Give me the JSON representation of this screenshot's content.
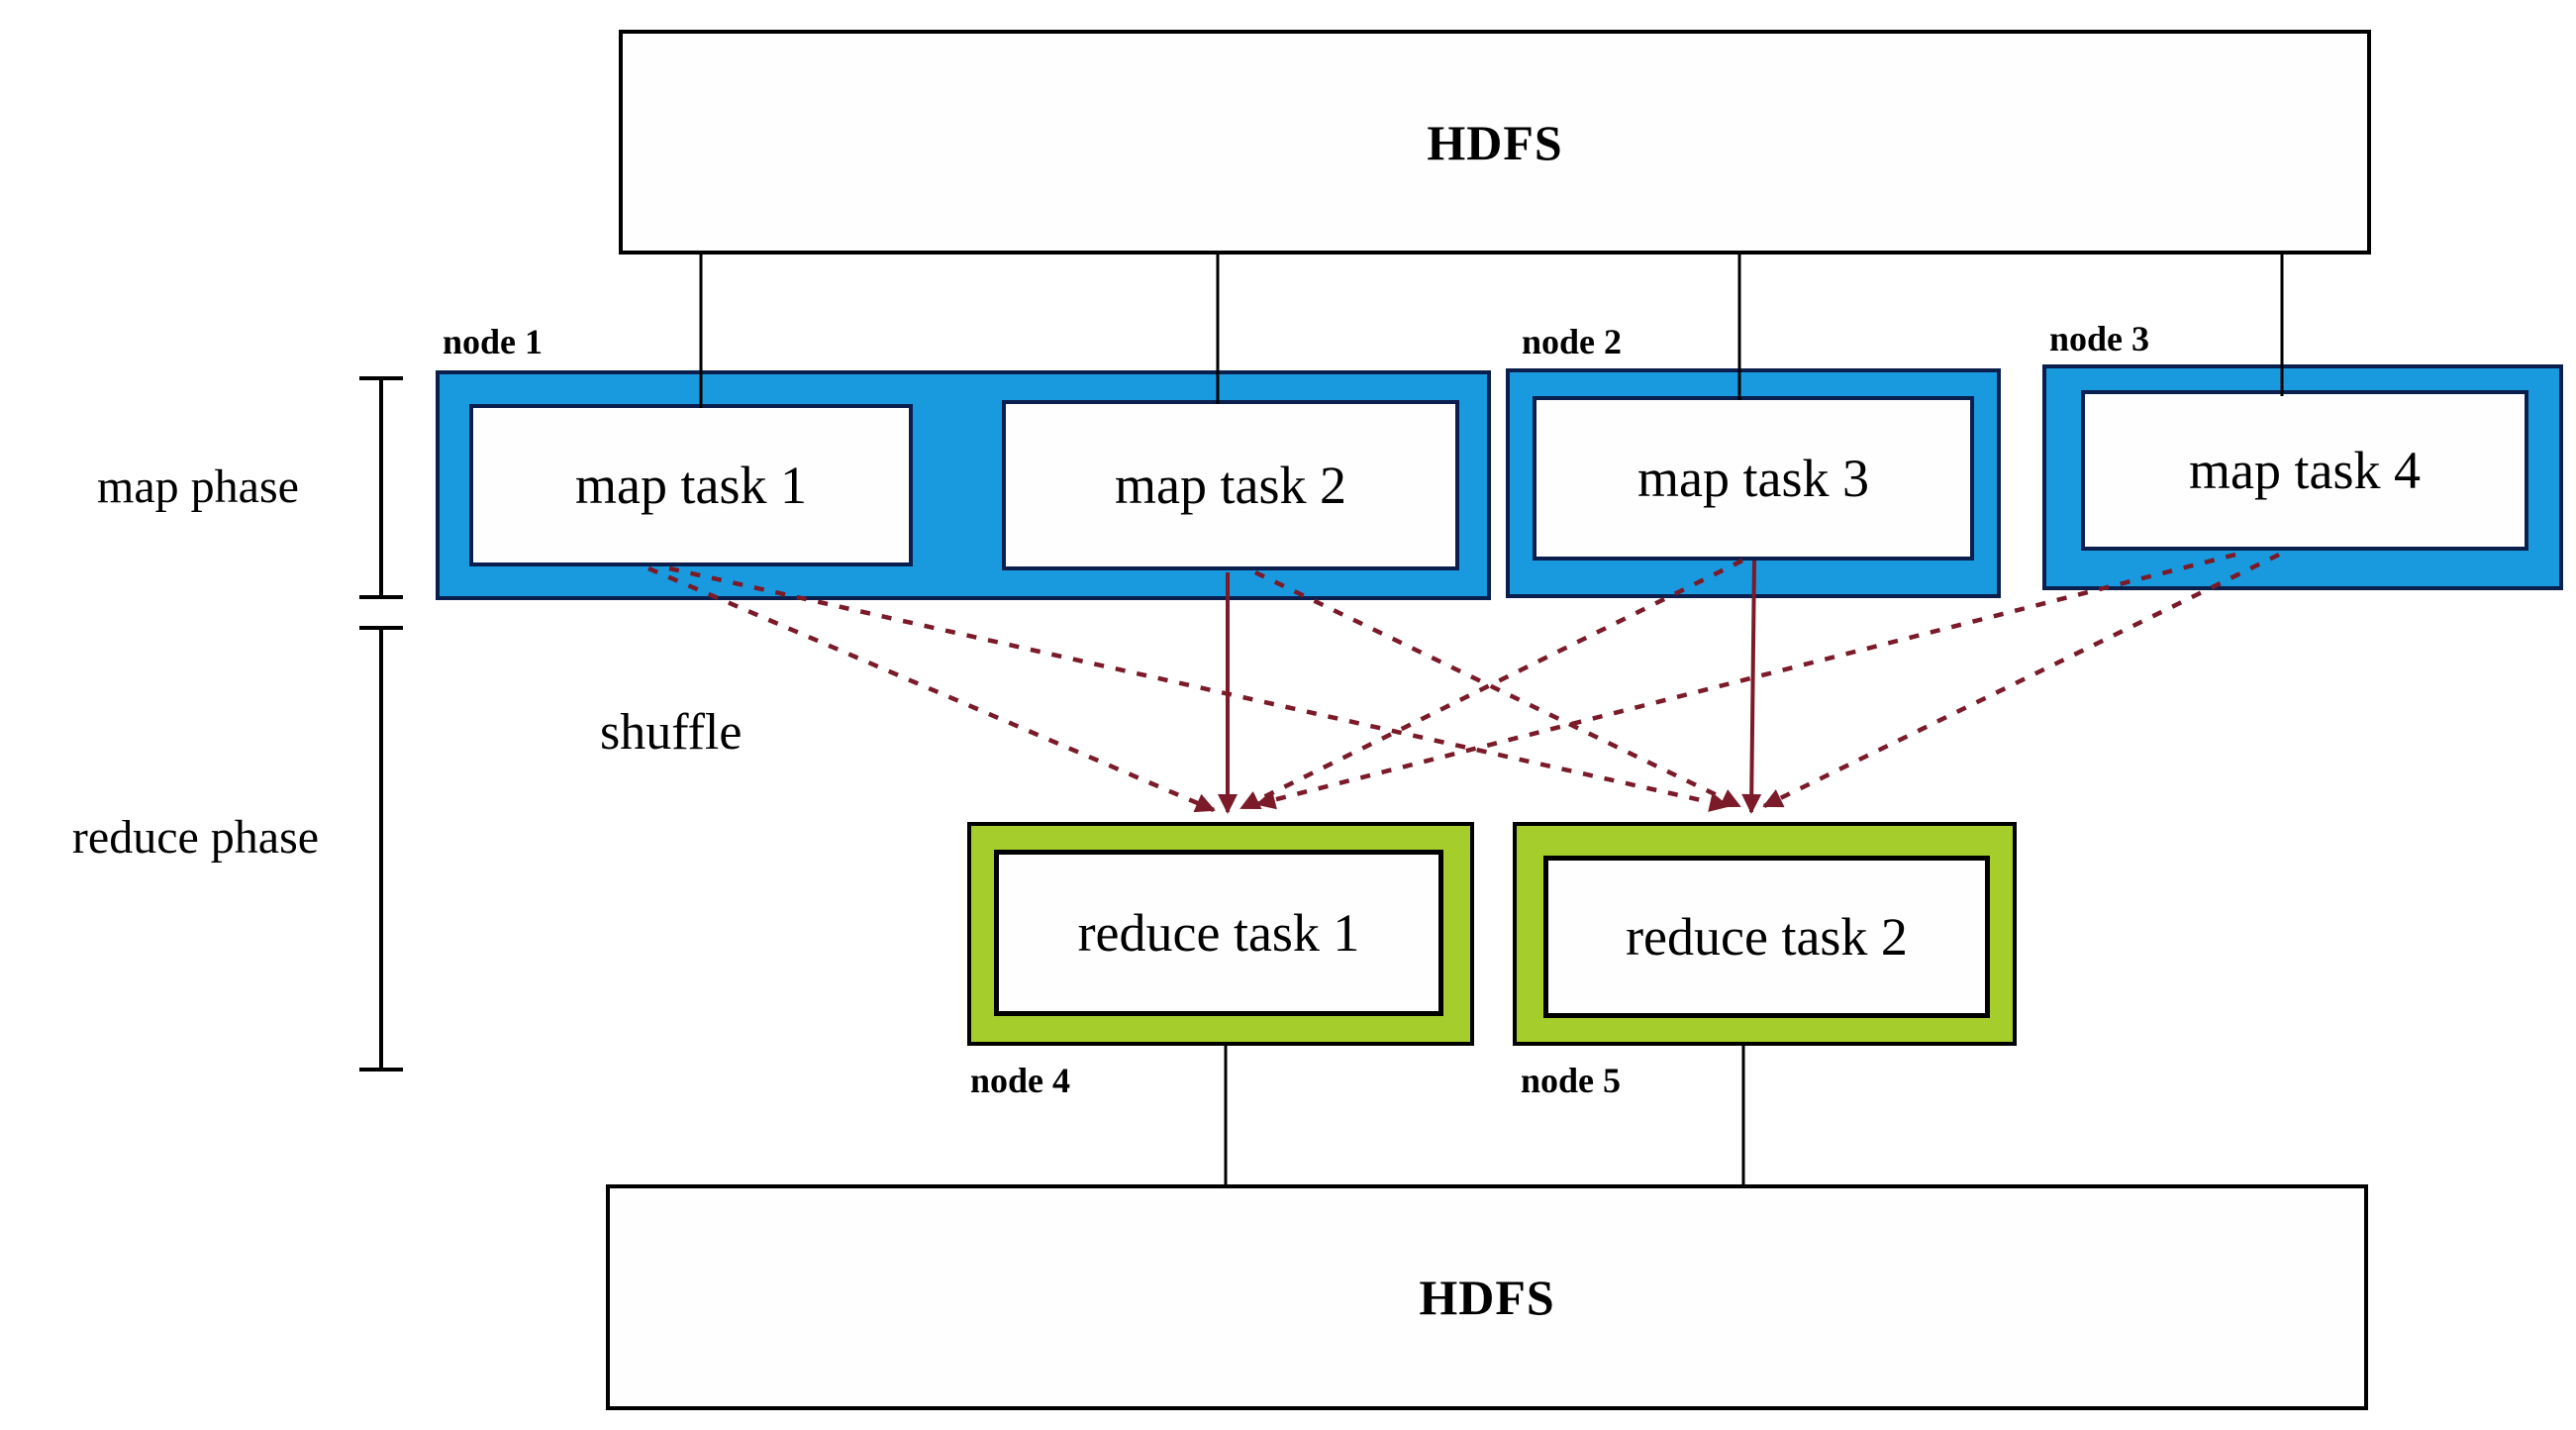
{
  "figure": {
    "hdfs_top_label": "HDFS",
    "hdfs_bottom_label": "HDFS",
    "shuffle_label": "shuffle",
    "phases": [
      {
        "label": "map phase"
      },
      {
        "label": "reduce phase"
      }
    ],
    "map_nodes": [
      {
        "label": "node 1",
        "tasks": [
          {
            "label": "map task 1"
          },
          {
            "label": "map task 2"
          }
        ]
      },
      {
        "label": "node 2",
        "tasks": [
          {
            "label": "map task 3"
          }
        ]
      },
      {
        "label": "node 3",
        "tasks": [
          {
            "label": "map task 4"
          }
        ]
      }
    ],
    "reduce_nodes": [
      {
        "label": "node 4",
        "tasks": [
          {
            "label": "reduce task 1"
          }
        ]
      },
      {
        "label": "node 5",
        "tasks": [
          {
            "label": "reduce task 2"
          }
        ]
      }
    ],
    "connections": {
      "hdfs_to_map": [
        "map task 1",
        "map task 2",
        "map task 3",
        "map task 4"
      ],
      "shuffle": [
        {
          "from": "map task 1",
          "to": "reduce task 1",
          "style": "dashed"
        },
        {
          "from": "map task 1",
          "to": "reduce task 2",
          "style": "dashed"
        },
        {
          "from": "map task 2",
          "to": "reduce task 1",
          "style": "solid"
        },
        {
          "from": "map task 2",
          "to": "reduce task 2",
          "style": "dashed"
        },
        {
          "from": "map task 3",
          "to": "reduce task 1",
          "style": "dashed"
        },
        {
          "from": "map task 3",
          "to": "reduce task 2",
          "style": "solid"
        },
        {
          "from": "map task 4",
          "to": "reduce task 1",
          "style": "dashed"
        },
        {
          "from": "map task 4",
          "to": "reduce task 2",
          "style": "dashed"
        }
      ],
      "reduce_to_hdfs": [
        "reduce task 1",
        "reduce task 2"
      ]
    },
    "colors": {
      "map_node_fill": "#199ade",
      "reduce_node_fill": "#a5ce2d",
      "shuffle_line": "#7b1a28",
      "connector_line": "#000000"
    }
  }
}
